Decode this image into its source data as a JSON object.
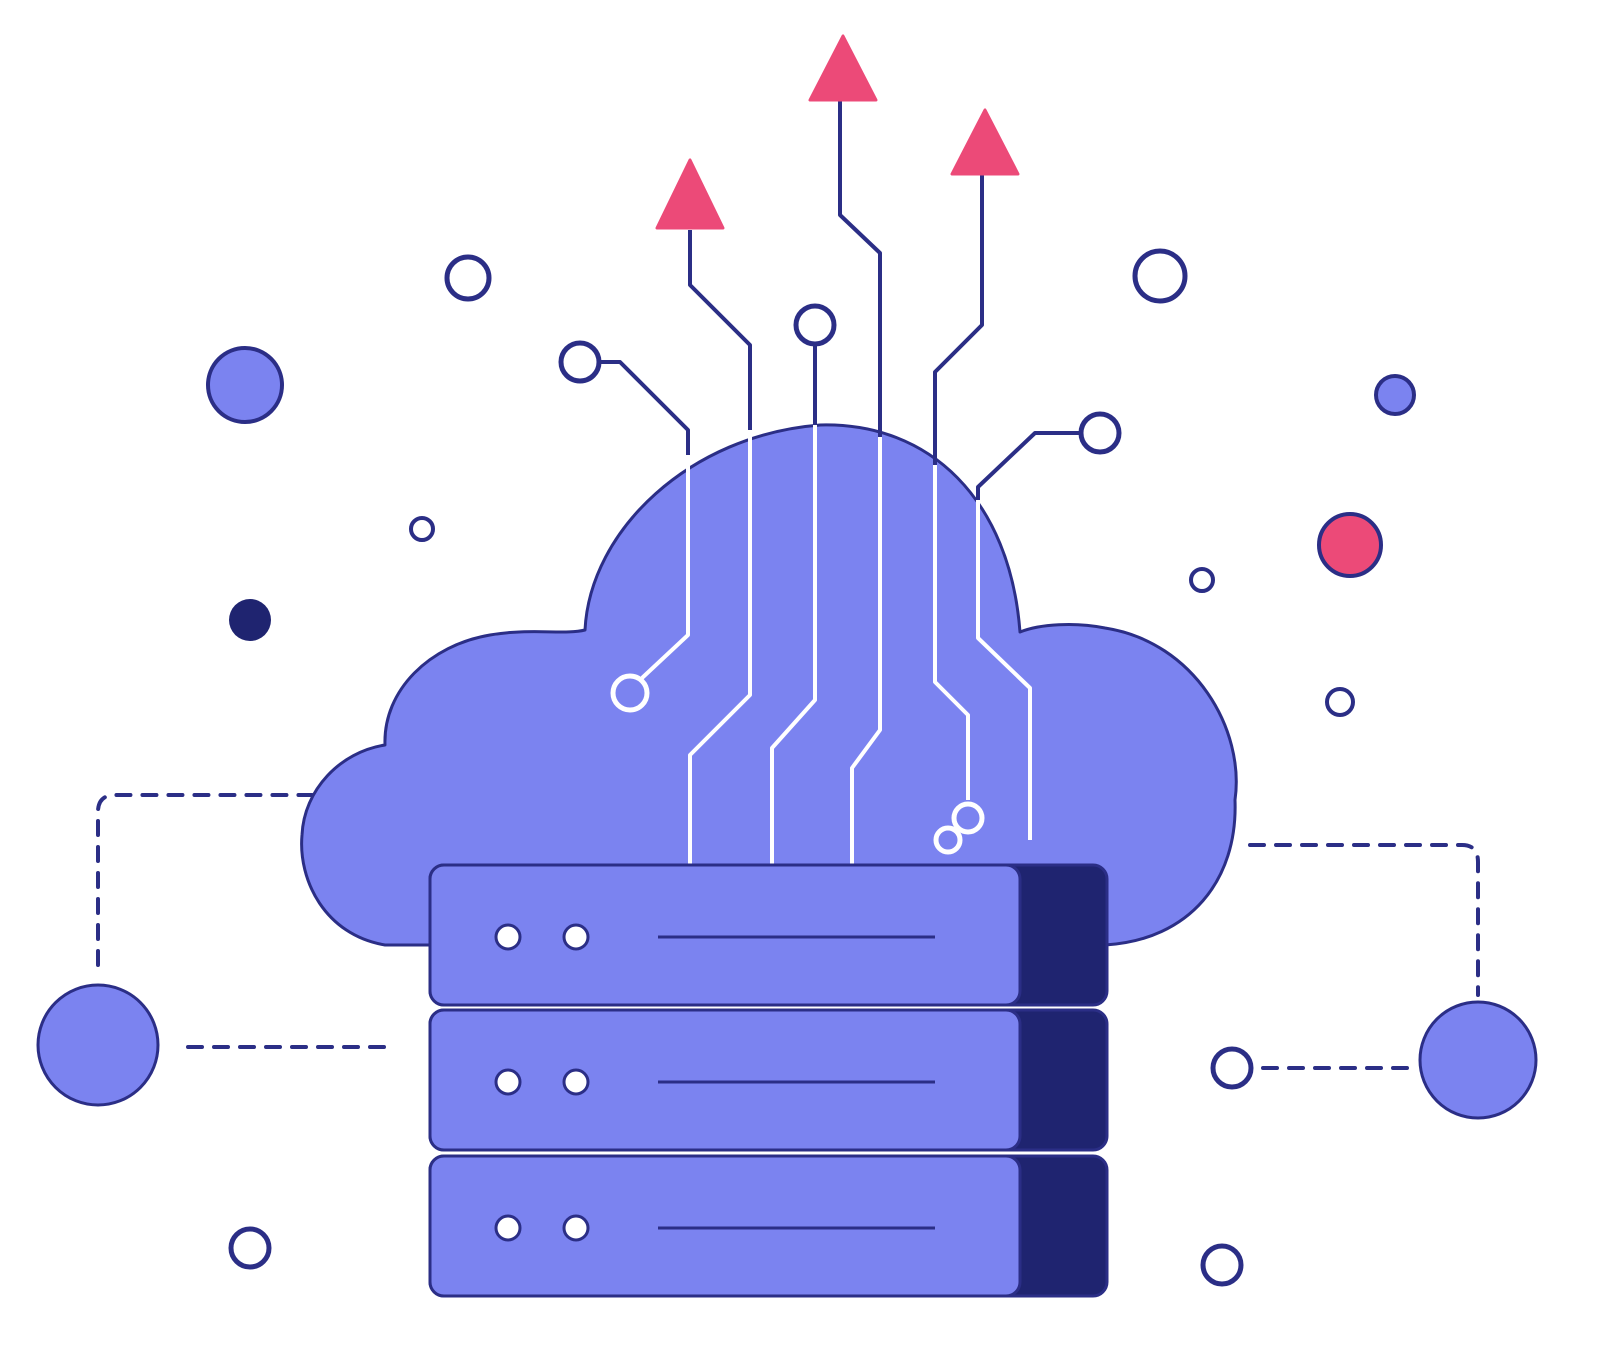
{
  "illustration": {
    "subject": "cloud-server-upload",
    "colors": {
      "background": "#ffffff",
      "primary_fill": "#7b83f0",
      "outline": "#2b2e86",
      "dark_navy": "#1f2470",
      "accent_pink": "#ec4a78",
      "circuit_white": "#ffffff"
    },
    "icons": {
      "cloud": "cloud-icon",
      "server": "server-rack-icon",
      "arrow": "upload-arrow-icon",
      "node": "network-node-icon"
    },
    "server_unit_count": 3,
    "upload_arrow_count": 3
  }
}
